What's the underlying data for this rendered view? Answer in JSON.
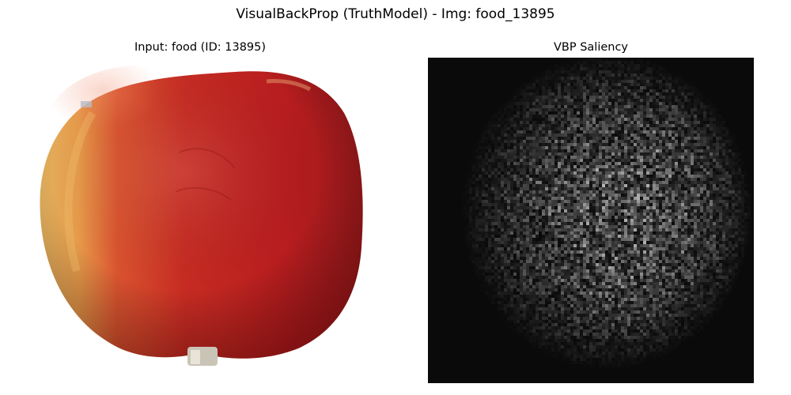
{
  "figure": {
    "title": "VisualBackProp (TruthModel) - Img: food_13895"
  },
  "panels": {
    "input": {
      "title": "Input: food (ID: 13895)",
      "image": "red-apple-photo"
    },
    "saliency": {
      "title": "VBP Saliency",
      "image": "grayscale-noise-heatmap"
    }
  },
  "colors": {
    "apple_red": "#b71c1c",
    "apple_yellow": "#e6b45a",
    "saliency_background": "#0a0a0a",
    "saliency_bright": "#f0f0f0"
  }
}
